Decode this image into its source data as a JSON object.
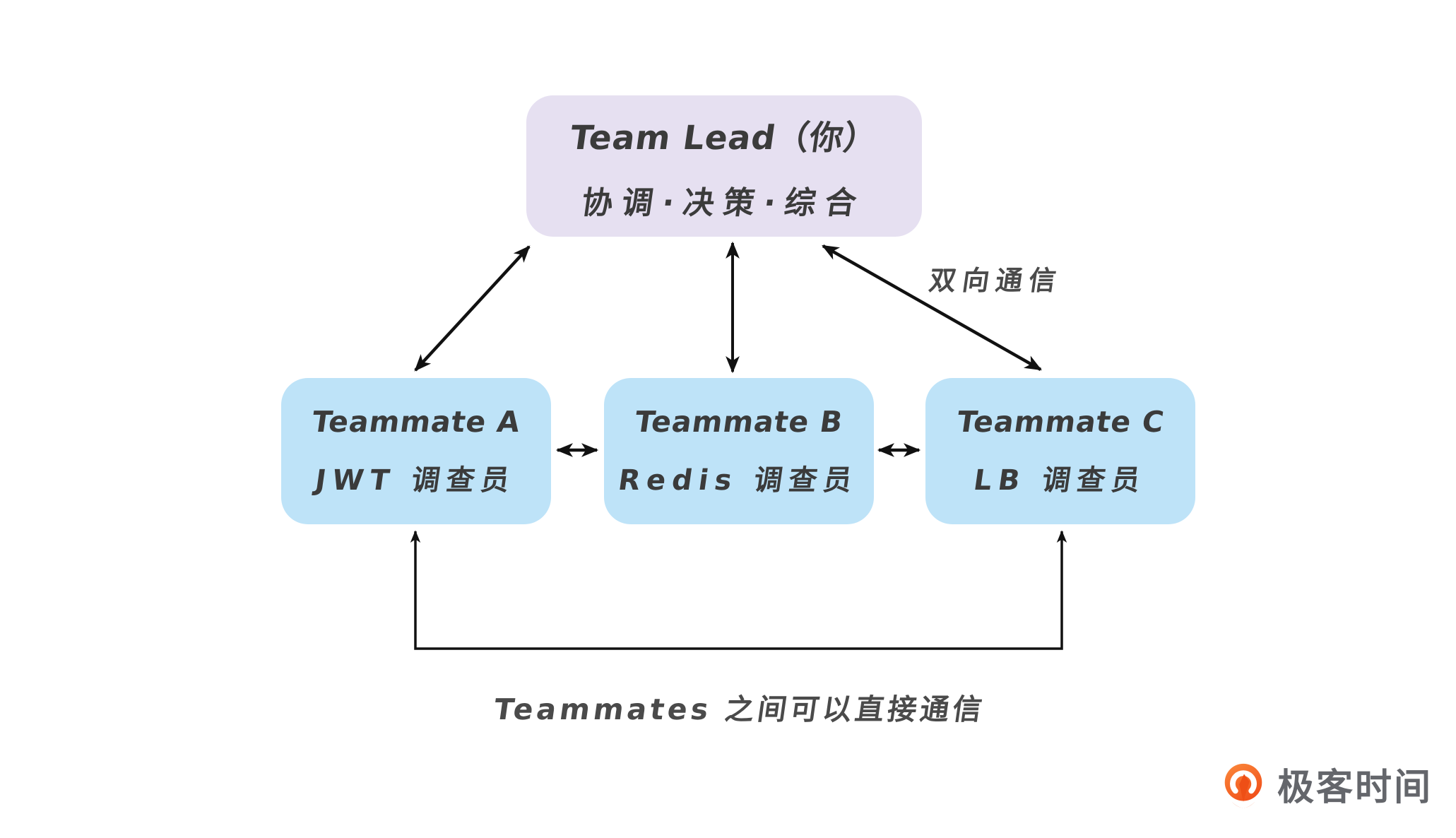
{
  "diagram": {
    "lead": {
      "title": "Team Lead（你）",
      "subtitle": "协调·决策·综合"
    },
    "teammates": [
      {
        "title": "Teammate A",
        "subtitle": "JWT 调查员"
      },
      {
        "title": "Teammate B",
        "subtitle": "Redis 调查员"
      },
      {
        "title": "Teammate C",
        "subtitle": "LB 调查员"
      }
    ],
    "labels": {
      "bidirectional": "双向通信",
      "direct_comm": "Teammates 之间可以直接通信"
    },
    "edges": [
      "team-lead <-> teammate-a",
      "team-lead <-> teammate-b",
      "team-lead <-> teammate-c",
      "teammate-a <-> teammate-b",
      "teammate-b <-> teammate-c",
      "teammate-a <-> teammate-c (bottom loop)"
    ],
    "colors": {
      "lead_bg": "#E6E0F1",
      "teammate_bg": "#BEE3F8",
      "arrow": "#111111",
      "node_text": "#3B3B3B",
      "label_text": "#4A4A4A"
    }
  },
  "footer": {
    "brand": "极客时间",
    "brand_icon": "geektime-logo",
    "brand_orange": "#F1511B",
    "brand_text_color": "#64666B"
  }
}
